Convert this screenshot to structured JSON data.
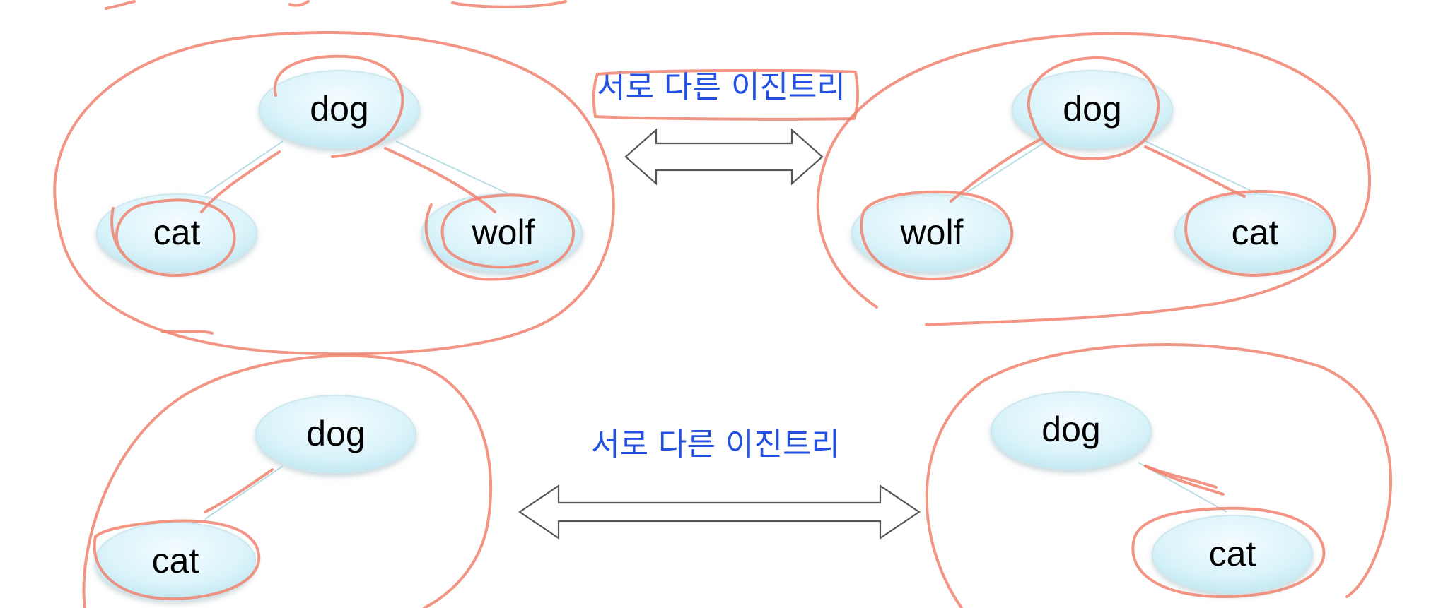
{
  "captions": {
    "top": "서로 다른 이진트리",
    "bottom": "서로 다른 이진트리"
  },
  "trees": {
    "top_left": {
      "root": "dog",
      "left": "cat",
      "right": "wolf"
    },
    "top_right": {
      "root": "dog",
      "left": "wolf",
      "right": "cat"
    },
    "bottom_left": {
      "root": "dog",
      "left": "cat"
    },
    "bottom_right": {
      "root": "dog",
      "right": "cat"
    }
  },
  "colors": {
    "node_fill": "#d9f3fa",
    "edge": "#b9dde4",
    "annotation_ink": "#f0826e",
    "caption_text": "#2250e0"
  }
}
